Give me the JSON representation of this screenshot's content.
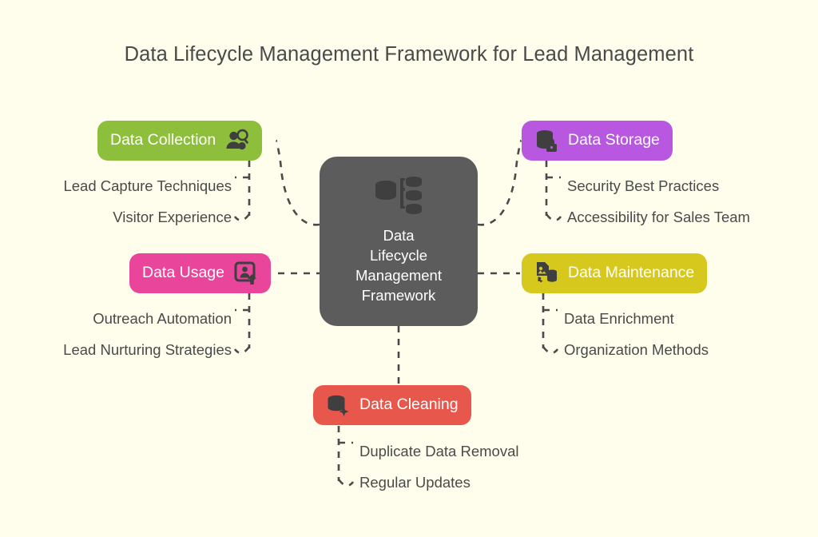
{
  "page": {
    "title": "Data Lifecycle Management Framework for Lead Management",
    "background_color": "#FFFDEB",
    "text_color": "#4A4A4A"
  },
  "center": {
    "label": "Data\nLifecycle\nManagement\nFramework",
    "icon": "database-distribution-icon",
    "color": "#5C5C5C",
    "text_color": "#FFFFFF"
  },
  "branches": [
    {
      "id": "collection",
      "label": "Data Collection",
      "color": "#8DBE3C",
      "icon": "person-search-icon",
      "icon_side": "right",
      "side": "left",
      "children": [
        "Lead Capture Techniques",
        "Visitor Experience"
      ]
    },
    {
      "id": "storage",
      "label": "Data Storage",
      "color": "#B857E0",
      "icon": "database-lock-icon",
      "icon_side": "left",
      "side": "right",
      "children": [
        "Security Best Practices",
        "Accessibility for Sales Team"
      ]
    },
    {
      "id": "usage",
      "label": "Data Usage",
      "color": "#E8459B",
      "icon": "contact-card-upload-icon",
      "icon_side": "right",
      "side": "left",
      "children": [
        "Outreach Automation",
        "Lead Nurturing Strategies"
      ]
    },
    {
      "id": "maintenance",
      "label": "Data Maintenance",
      "color": "#D6C81C",
      "icon": "document-database-sync-icon",
      "icon_side": "left",
      "side": "right",
      "children": [
        "Data Enrichment",
        "Organization Methods"
      ]
    },
    {
      "id": "cleaning",
      "label": "Data Cleaning",
      "color": "#E8574C",
      "icon": "database-sparkle-icon",
      "icon_side": "left",
      "side": "bottom",
      "children": [
        "Duplicate Data Removal",
        "Regular Updates"
      ]
    }
  ],
  "connector_style": {
    "color": "#4A4A4A",
    "dash": "8 8",
    "width": 2.6
  }
}
